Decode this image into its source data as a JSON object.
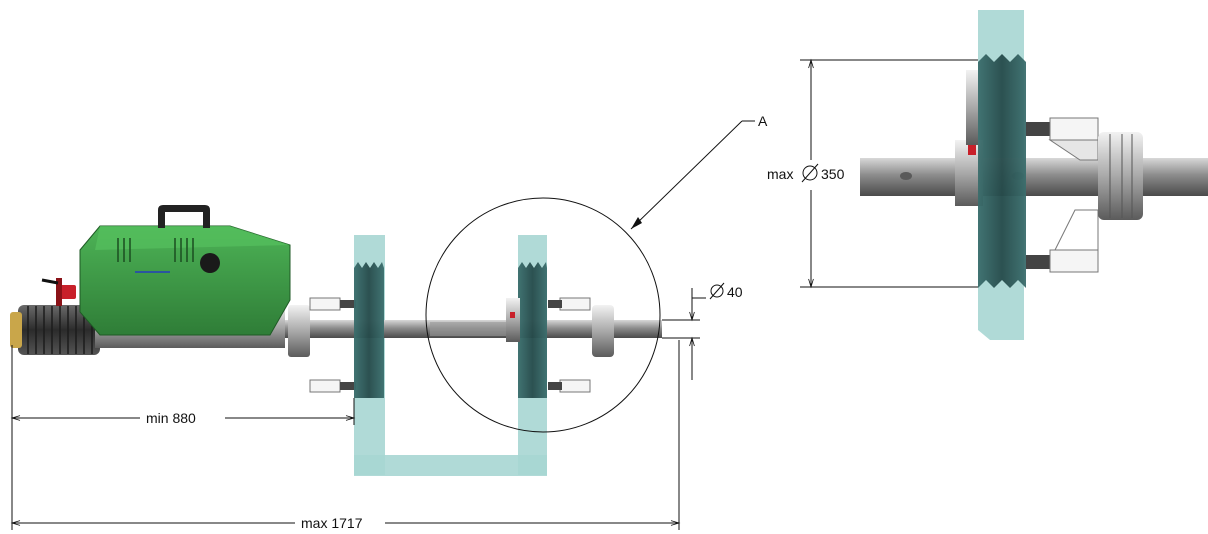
{
  "labels": {
    "detail_callout": "A",
    "diameter_bar": "40",
    "diameter_flange_prefix": "max",
    "diameter_flange": "350",
    "min_length": "min 880",
    "max_length": "max 1717"
  },
  "colors": {
    "motor_green": "#3e9b45",
    "flange_translucent": "#a7d6d3",
    "flange_dark": "#2d5a5a",
    "shaft_gray": "#8a8a8a",
    "bellows_gray": "#4a4a4a",
    "red_valve": "#c8202a"
  },
  "icons": {
    "diameter_symbol": "diameter-symbol-icon",
    "handle": "handle-icon"
  }
}
